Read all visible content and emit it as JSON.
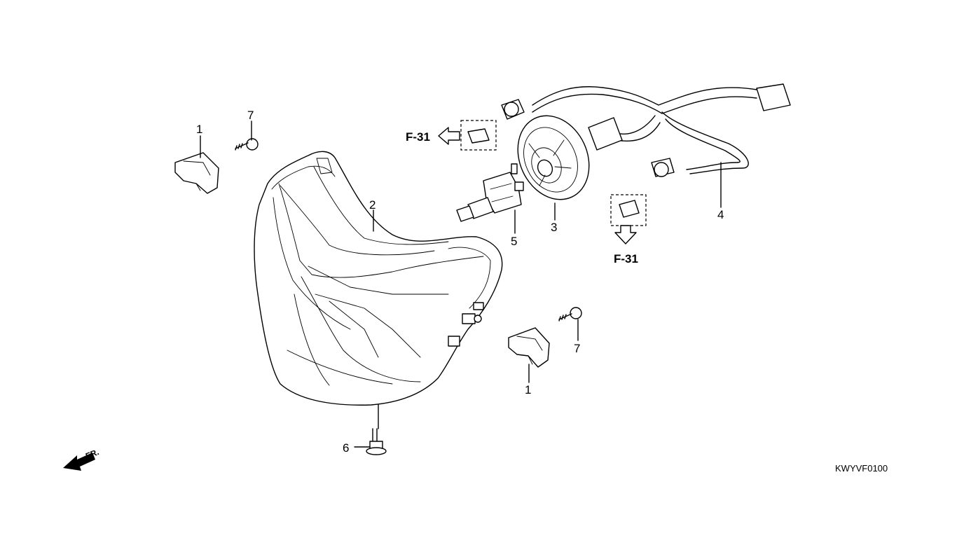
{
  "diagram": {
    "code": "KWYVF0100",
    "direction_marker": "FR.",
    "references": [
      {
        "id": "ref-upper",
        "text": "F-31"
      },
      {
        "id": "ref-lower",
        "text": "F-31"
      }
    ],
    "callouts": [
      {
        "id": "clip-left",
        "number": "1"
      },
      {
        "id": "clip-right",
        "number": "1"
      },
      {
        "id": "headlight-unit",
        "number": "2"
      },
      {
        "id": "dust-cover",
        "number": "3"
      },
      {
        "id": "wire-harness",
        "number": "4"
      },
      {
        "id": "headlight-bulb",
        "number": "5"
      },
      {
        "id": "bolt",
        "number": "6"
      },
      {
        "id": "screw-left",
        "number": "7"
      },
      {
        "id": "screw-right",
        "number": "7"
      }
    ]
  }
}
